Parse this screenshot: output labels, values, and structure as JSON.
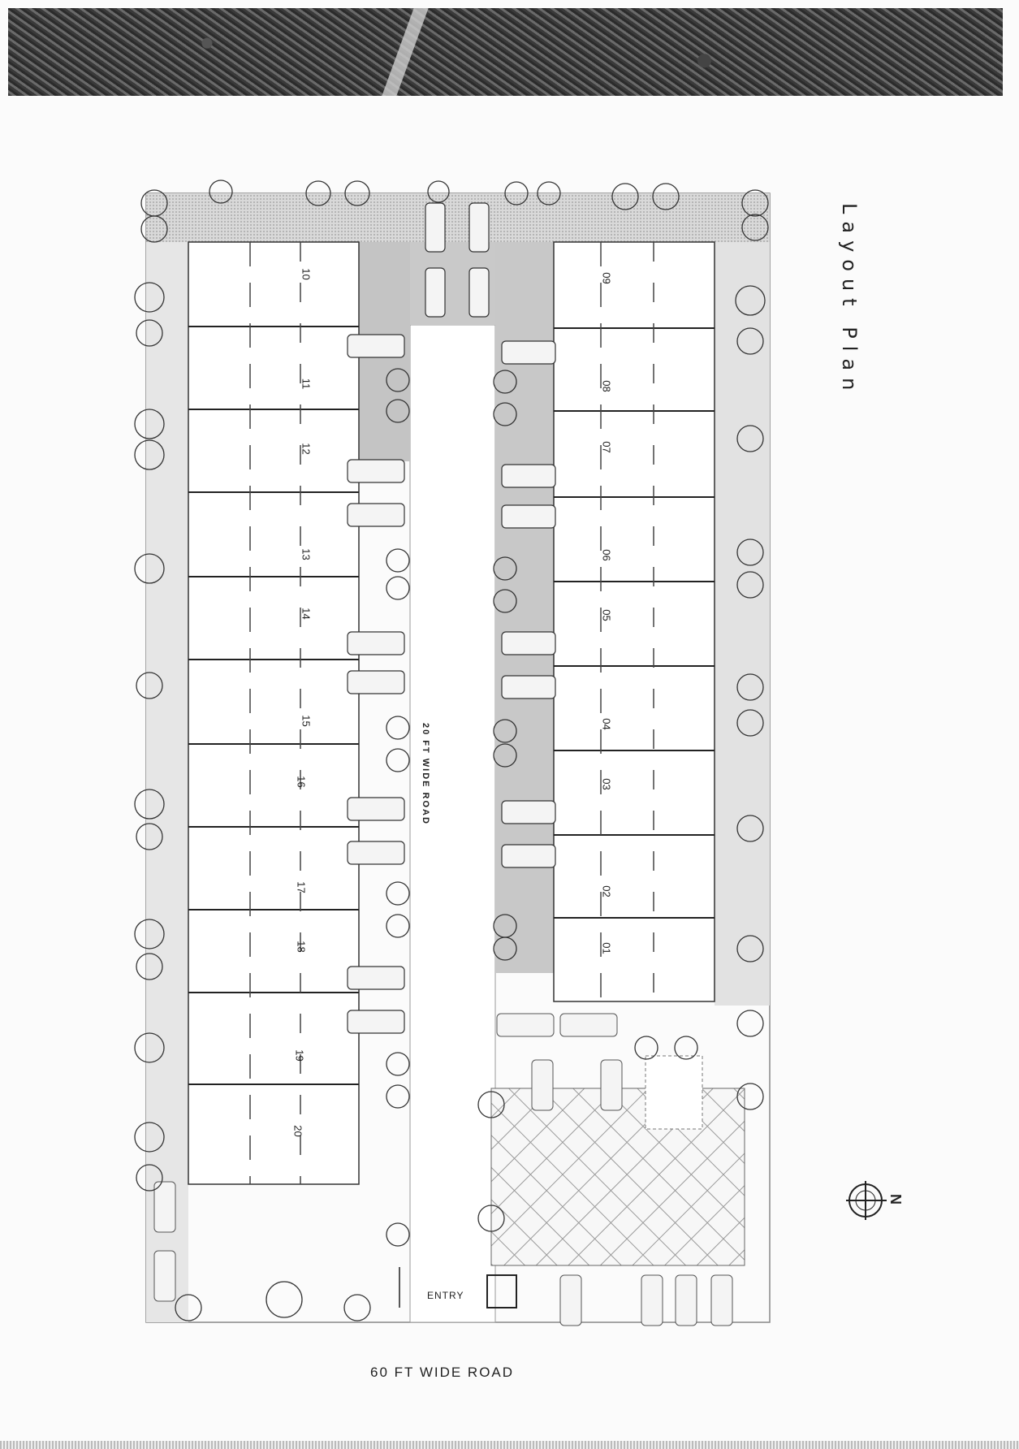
{
  "title": "Layout Plan",
  "road_inner": "20 FT WIDE ROAD",
  "entry": "ENTRY",
  "road_main": "60 FT WIDE ROAD",
  "north": "N",
  "units_left": [
    "10",
    "11",
    "12",
    "13",
    "14",
    "15",
    "16",
    "17",
    "18",
    "19",
    "20"
  ],
  "units_right": [
    "09",
    "08",
    "07",
    "06",
    "05",
    "04",
    "03",
    "02",
    "01"
  ]
}
